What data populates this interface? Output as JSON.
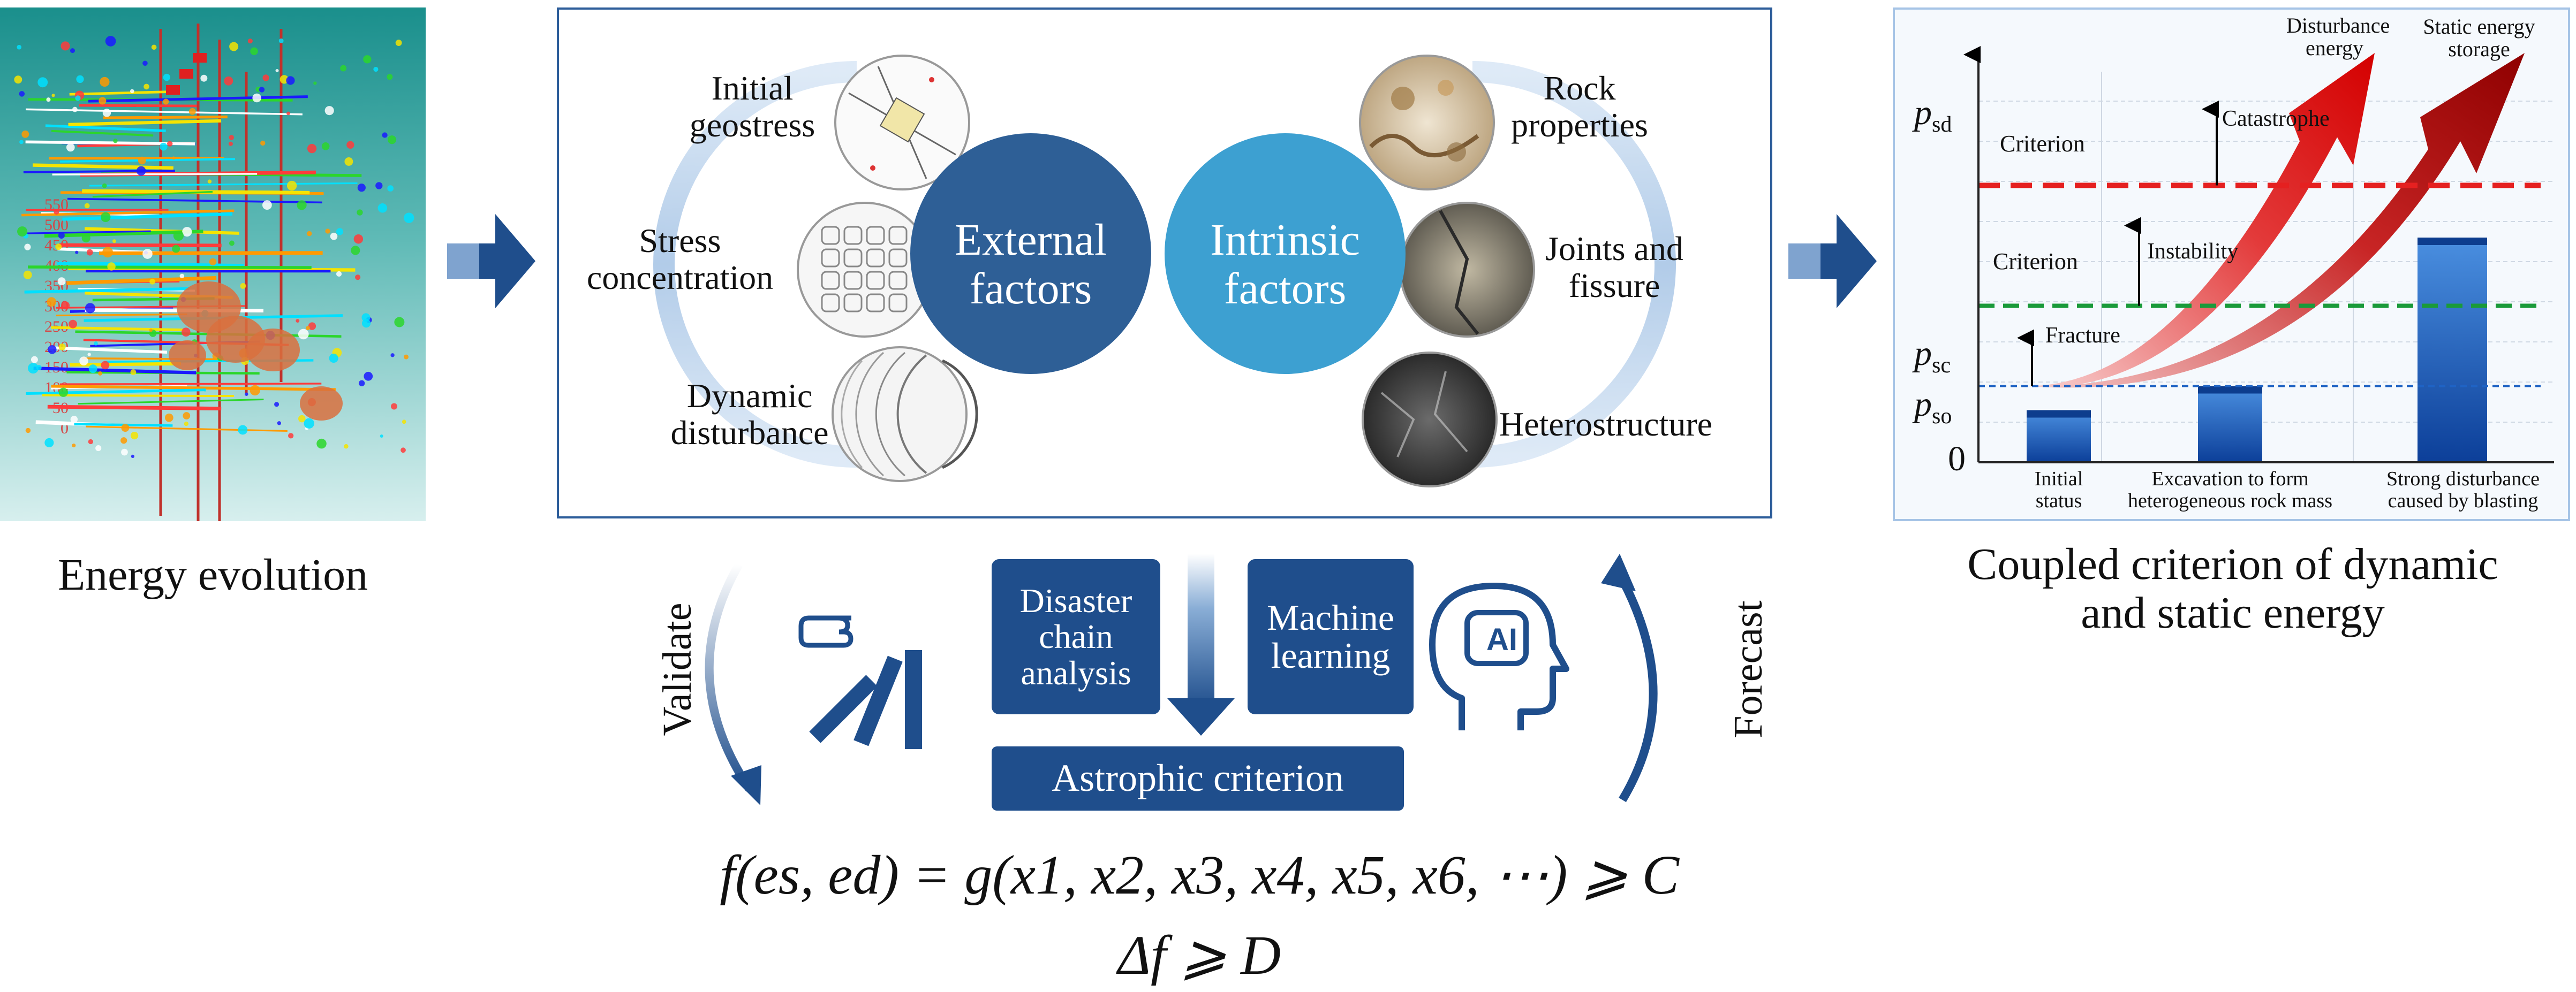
{
  "left_panel": {
    "caption": "Energy evolution",
    "axis_ticks": [
      "550",
      "500",
      "450",
      "400",
      "350",
      "300",
      "250",
      "200",
      "150",
      "100",
      "50",
      "0"
    ]
  },
  "middle_panel": {
    "left_circle": "External factors",
    "right_circle": "Intrinsic factors",
    "external_items": [
      "Initial geostress",
      "Stress concentration",
      "Dynamic disturbance"
    ],
    "intrinsic_items": [
      "Rock properties",
      "Joints and fissure",
      "Heterostructure"
    ]
  },
  "workflow": {
    "validate": "Validate",
    "forecast": "Forecast",
    "disaster_chain": "Disaster chain analysis",
    "machine_learning": "Machine learning",
    "criterion_box": "Astrophic criterion",
    "ai_label": "AI",
    "formula_line1": "f(es, ed) = g(x1, x2, x3, x4, x5, x6, ⋯) ⩾ C",
    "formula_line2": "Δf ⩾ D"
  },
  "right_panel": {
    "caption": "Coupled criterion of dynamic and static energy",
    "y_labels": {
      "psd": "sd",
      "psc": "sc",
      "pso": "so",
      "zero": "0",
      "p": "p"
    },
    "lines": {
      "criterion_upper": "Criterion",
      "criterion_lower": "Criterion"
    },
    "arrows": {
      "catastrophe": "Catastrophe",
      "instability": "Instability",
      "fracture": "Fracture"
    },
    "curves": {
      "disturbance": "Disturbance energy",
      "static": "Static energy storage"
    },
    "colors": {
      "critical_red": "#e52020",
      "criterion_green": "#1a9a3a",
      "base_blue": "#1f63c4"
    }
  },
  "chart_data": {
    "type": "bar",
    "categories": [
      "Initial status",
      "Excavation to form heterogeneous rock mass",
      "Strong disturbance caused by blasting"
    ],
    "values": [
      0.13,
      0.19,
      0.56
    ],
    "ylim": [
      0,
      1
    ],
    "thresholds": {
      "p_so": 0.13,
      "p_sc": 0.19,
      "criterion_lower": 0.39,
      "p_sd": 0.69
    }
  }
}
